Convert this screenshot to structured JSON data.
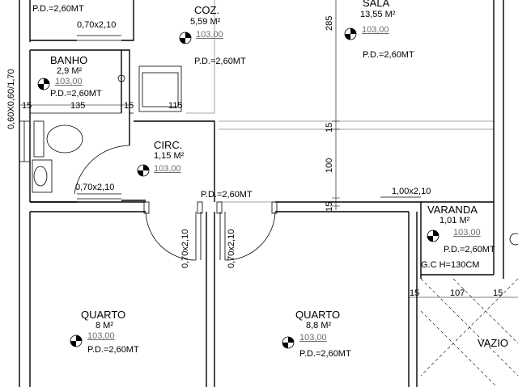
{
  "title": "",
  "rooms": {
    "top_left": {
      "pd": "P.D.=2,60MT"
    },
    "coz": {
      "name": "COZ.",
      "area": "5,59 M²",
      "level": "103,00",
      "pd": "P.D.=2,60MT"
    },
    "sala": {
      "name": "SALA",
      "area": "13,55 M²",
      "level": "103,00",
      "pd": "P.D.=2,60MT"
    },
    "banho": {
      "name": "BANHO",
      "area": "2,9 M²",
      "level": "103,00",
      "pd": "P.D.=2,60MT"
    },
    "circ": {
      "name": "CIRC.",
      "area": "1,15 M²",
      "level": "103,00",
      "pd": "P.D.=2,60MT"
    },
    "varanda": {
      "name": "VARANDA",
      "area": "1,01 M²",
      "level": "103,00",
      "pd": "P.D.=2,60MT",
      "gc": "G.C H=130CM"
    },
    "quarto1": {
      "name": "QUARTO",
      "area": "8 M²",
      "level": "103,00",
      "pd": "P.D.=2,60MT"
    },
    "quarto2": {
      "name": "QUARTO",
      "area": "8,8 M²",
      "level": "103,00",
      "pd": "P.D.=2,60MT"
    },
    "vazio": {
      "name": "VAZIO"
    }
  },
  "openings": {
    "top_window": "0,70x2,10",
    "banho_window": "0,70x2,10",
    "varanda_door": "1,00x2,10",
    "left_window_v": "0,60X0,60/1,70",
    "door_q1_v": "0,70x2,10",
    "door_q2_v": "0,70x2,10"
  },
  "dimensions": {
    "banho_left": "15",
    "banho_width": "135",
    "banho_right": "15",
    "coz_right": "115",
    "sala_v_285": "285",
    "sala_v_15a": "15",
    "sala_v_100": "100",
    "sala_v_15b": "15",
    "bottom_15a": "15",
    "bottom_107": "107",
    "bottom_15b": "15"
  }
}
